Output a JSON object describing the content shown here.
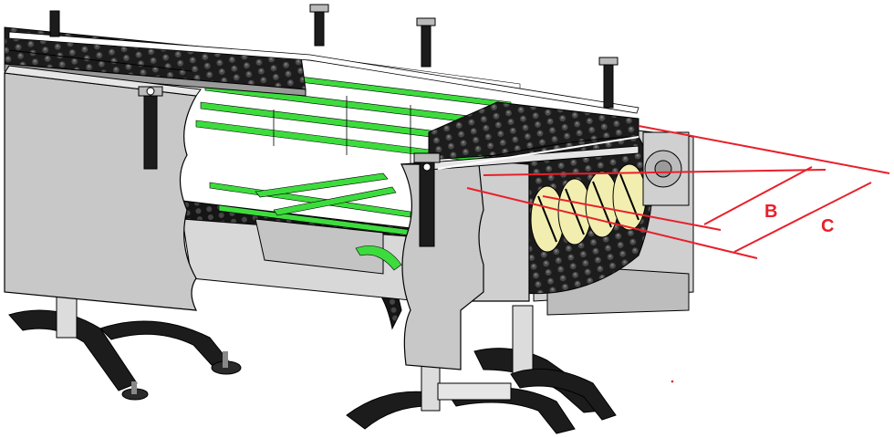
{
  "labels": {
    "b": "B",
    "c": "C"
  },
  "colors": {
    "dimension": "#e8202a",
    "guide_rail": "#3ddc3d",
    "chain": "#1c1c1c",
    "frame": "#c8c8c8",
    "frame_dark": "#9a9a9a",
    "sprocket": "#f2eeb0",
    "outline": "#000000"
  },
  "icons": {
    "conveyor": "modular-chain-conveyor-illustration"
  }
}
